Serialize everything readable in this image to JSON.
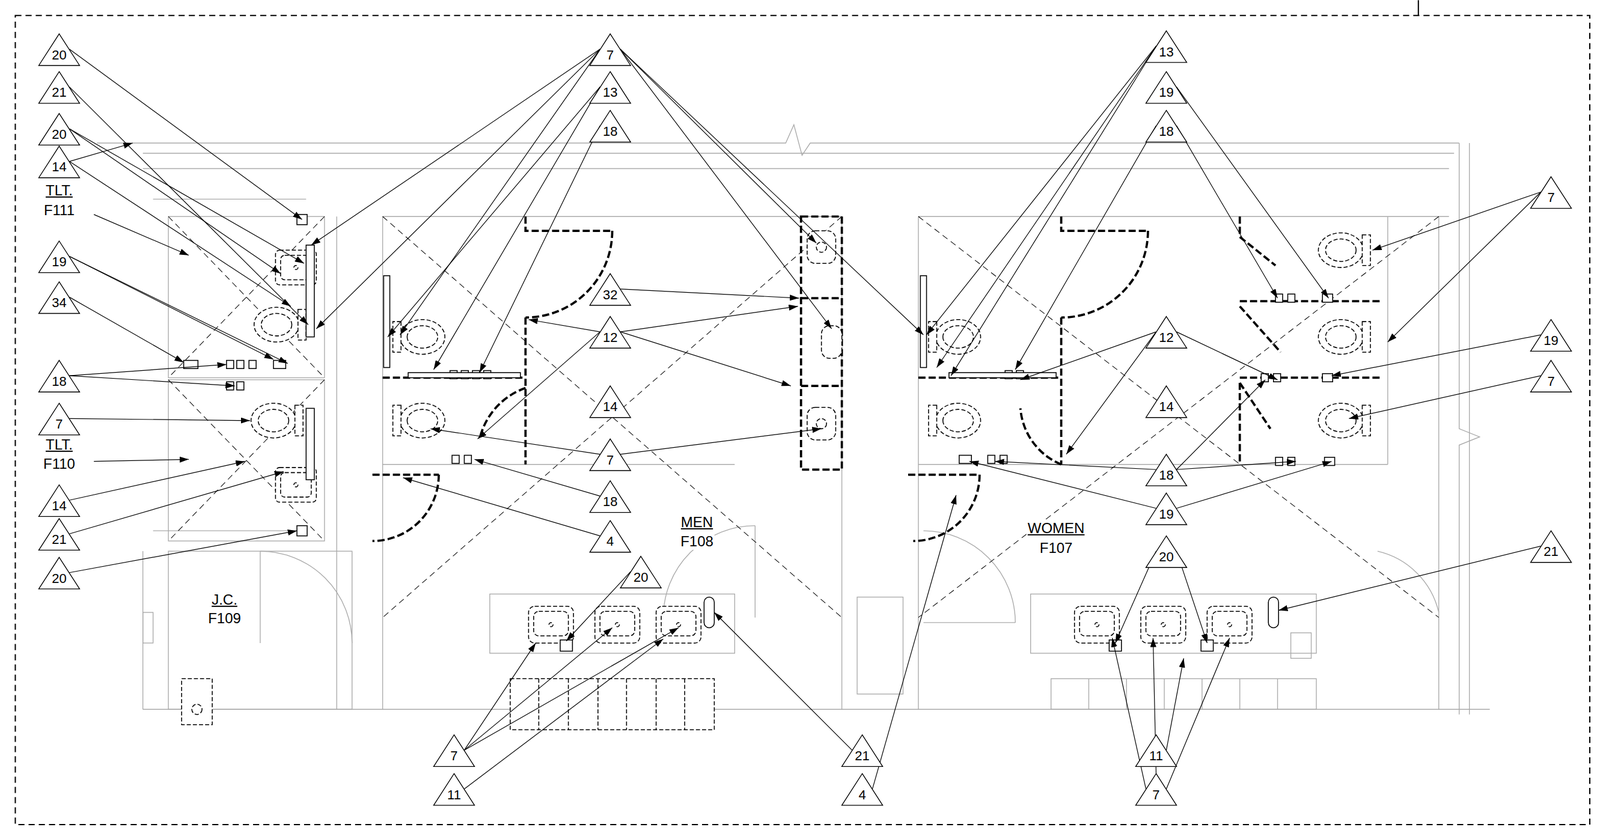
{
  "diagram": {
    "labels": [
      "20",
      "21",
      "20",
      "14",
      "TLT.",
      "F111",
      "19",
      "34",
      "18",
      "7",
      "TLT.",
      "F110",
      "14",
      "21",
      "20",
      "7",
      "13",
      "18",
      "32",
      "12",
      "14",
      "7",
      "18",
      "4",
      "MEN",
      "F108",
      "20",
      "7",
      "11",
      "21",
      "4",
      "13",
      "19",
      "18",
      "12",
      "14",
      "18",
      "19",
      "WOMEN",
      "F107",
      "20",
      "11",
      "7",
      "7",
      "19",
      "7",
      "21",
      "J.C.",
      "F109"
    ]
  }
}
